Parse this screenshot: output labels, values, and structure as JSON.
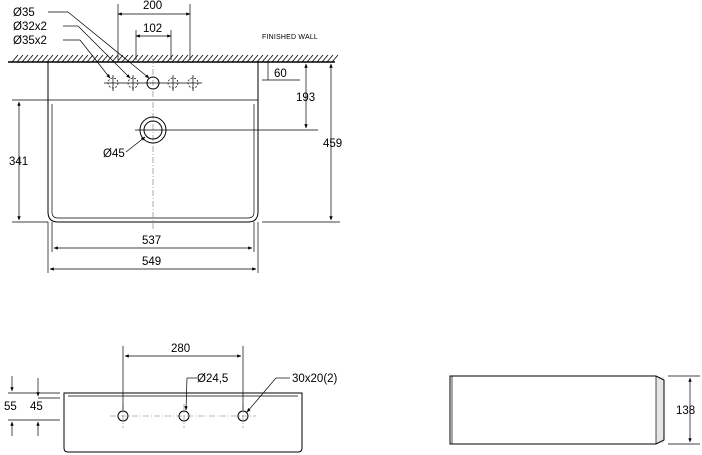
{
  "labels": {
    "hole_35": "Ø35",
    "hole_32x2": "Ø32x2",
    "hole_35x2": "Ø35x2",
    "finished_wall": "FINISHED WALL",
    "drain_45": "Ø45",
    "hole_24_5": "Ø24,5",
    "slot_30x20": "30x20(2)"
  },
  "dimensions": {
    "width_200": "200",
    "width_102": "102",
    "depth_60": "60",
    "depth_193": "193",
    "depth_341": "341",
    "depth_459": "459",
    "width_537": "537",
    "width_549": "549",
    "spacing_280": "280",
    "height_55": "55",
    "height_45": "45",
    "height_138": "138"
  }
}
